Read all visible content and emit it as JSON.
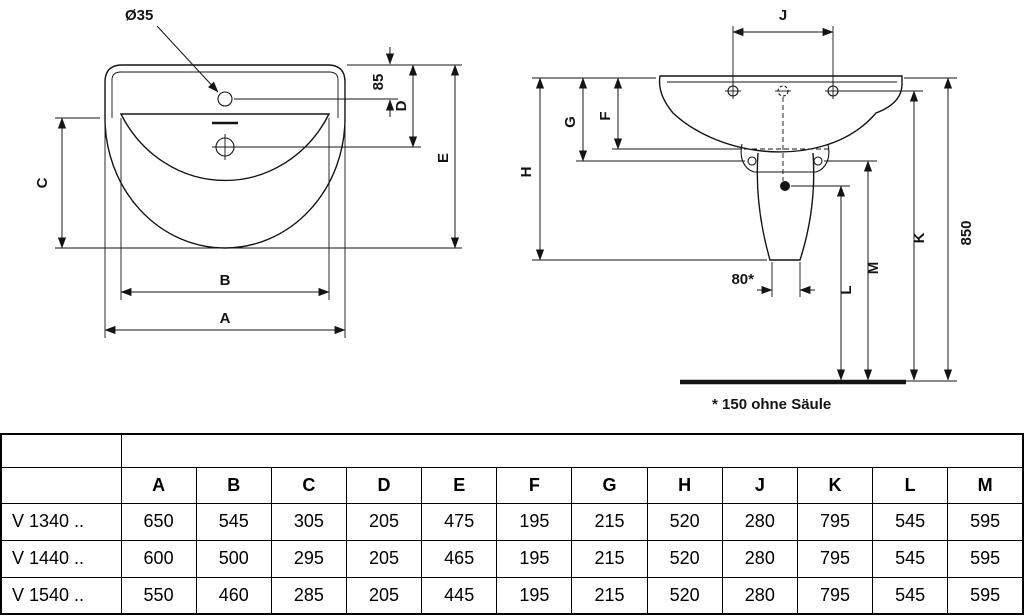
{
  "front_view": {
    "hole_diameter": "Ø35",
    "dim_top_to_hole": "85",
    "dims": {
      "a": "A",
      "b": "B",
      "c": "C",
      "d": "D",
      "e": "E"
    }
  },
  "side_view": {
    "dims": {
      "f": "F",
      "g": "G",
      "h": "H",
      "j": "J",
      "k": "K",
      "l": "L",
      "m": "M"
    },
    "dim_floor_height": "850",
    "dim_outlet": "80*",
    "footnote": "* 150 ohne Säule"
  },
  "table": {
    "headers": [
      "A",
      "B",
      "C",
      "D",
      "E",
      "F",
      "G",
      "H",
      "J",
      "K",
      "L",
      "M"
    ],
    "rows": [
      {
        "label": "V 1340 ..",
        "values": [
          "650",
          "545",
          "305",
          "205",
          "475",
          "195",
          "215",
          "520",
          "280",
          "795",
          "545",
          "595"
        ]
      },
      {
        "label": "V 1440 ..",
        "values": [
          "600",
          "500",
          "295",
          "205",
          "465",
          "195",
          "215",
          "520",
          "280",
          "795",
          "545",
          "595"
        ]
      },
      {
        "label": "V 1540 ..",
        "values": [
          "550",
          "460",
          "285",
          "205",
          "445",
          "195",
          "215",
          "520",
          "280",
          "795",
          "545",
          "595"
        ]
      }
    ]
  }
}
